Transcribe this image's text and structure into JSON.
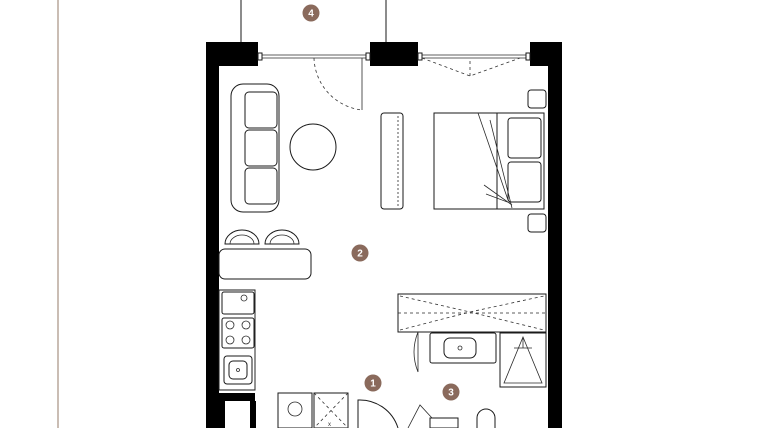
{
  "colors": {
    "accent": "#8a6a5c",
    "frame_line": "#b8a79c",
    "wall": "#000000",
    "counter_fill": "#e6e6e6"
  },
  "rooms": [
    {
      "id": "hallway",
      "number": "1"
    },
    {
      "id": "living-room",
      "number": "2"
    },
    {
      "id": "bathroom",
      "number": "3"
    },
    {
      "id": "balcony",
      "number": "4"
    }
  ],
  "fixtures": {
    "stove_marker": "x"
  }
}
